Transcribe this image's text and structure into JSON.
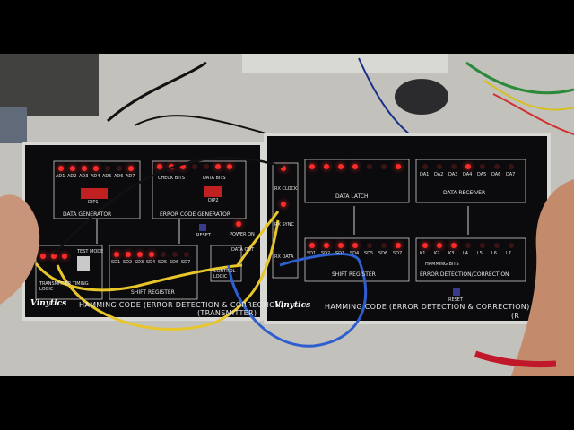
{
  "brand": "Vinytics",
  "left_panel": {
    "title": "HAMMING CODE (ERROR DETECTION & CORRECTION)",
    "subtitle": "(TRANSMITTER)",
    "data_generator_label": "DATA GENERATOR",
    "data_generator_bits": [
      "AD1",
      "AD2",
      "AD3",
      "AD4",
      "AD5",
      "AD6",
      "AD7"
    ],
    "error_code_label": "ERROR CODE GENERATOR",
    "error_code_bits_a": [
      "CHECK BITS"
    ],
    "error_code_bits_b": [
      "DATA BITS"
    ],
    "dip_1": "DIP1",
    "dip_2": "DIP2",
    "power_on": "POWER ON",
    "reset": "RESET",
    "shift_register_label": "SHIFT REGISTER",
    "shift_register_bits": [
      "SD1",
      "SD2",
      "SD3",
      "SD4",
      "SD5",
      "SD6",
      "SD7"
    ],
    "control_logic": "CONTROL LOGIC",
    "transmitter_timing": "TRANSMITTER TIMING LOGIC",
    "test_mode": "TEST MODE",
    "data_out": "DATA OUT"
  },
  "right_panel": {
    "title": "HAMMING CODE (ERROR DETECTION & CORRECTION)",
    "subtitle": "(R",
    "rx_clock": "RX CLOCK",
    "rx_sync": "RX SYNC",
    "rx_data": "RX DATA",
    "data_latch_label": "DATA LATCH",
    "data_receiver_label": "DATA RECEIVER",
    "data_receiver_bits": [
      "DA1",
      "DA2",
      "DA3",
      "DA4",
      "DA5",
      "DA6",
      "DA7"
    ],
    "shift_register_label": "SHIFT REGISTER",
    "shift_register_bits": [
      "SD1",
      "SD2",
      "SD3",
      "SD4",
      "SD5",
      "SD6",
      "SD7"
    ],
    "error_label": "ERROR DETECTION/CORRECTION",
    "error_bits": [
      "K1",
      "K2",
      "K3",
      "L4",
      "L5",
      "L6",
      "L7"
    ],
    "hamming_bits": "HAMMING BITS",
    "reset": "RESET"
  },
  "colors": {
    "panel": "#0b0b0d",
    "panel_frame": "#d8d8d4",
    "led_on": "#ff2a2a",
    "led_off": "#3a1414",
    "wire_yellow": "#e8c62a",
    "wire_blue": "#2f5fcf",
    "wire_black": "#111111",
    "table": "#c4c3bd"
  },
  "icons": [
    "mouse-icon",
    "skin-hand-left",
    "skin-hand-right",
    "red-bracelet"
  ]
}
